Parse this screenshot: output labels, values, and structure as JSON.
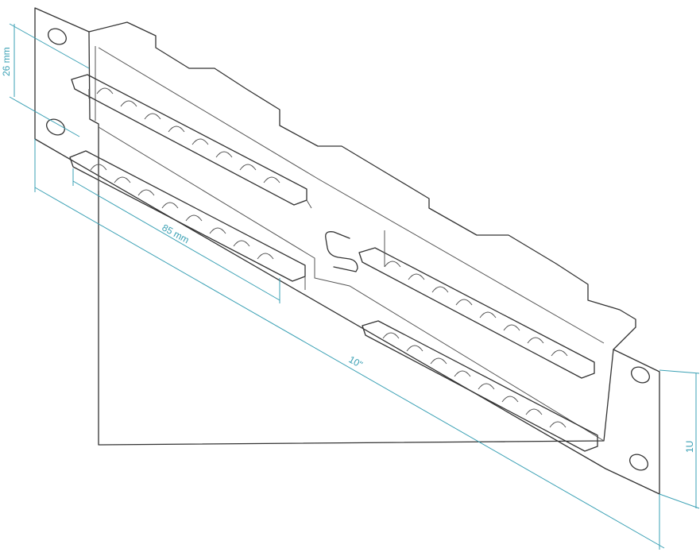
{
  "dimensions": {
    "height_26": "26 mm",
    "width_85": "85 mm",
    "width_total": "10\"",
    "height_1u": "1U"
  },
  "colors": {
    "outline": "#333333",
    "dimension": "#3aa0b4",
    "background": "#ffffff"
  },
  "icons": {
    "logo": "s-logo-icon"
  }
}
